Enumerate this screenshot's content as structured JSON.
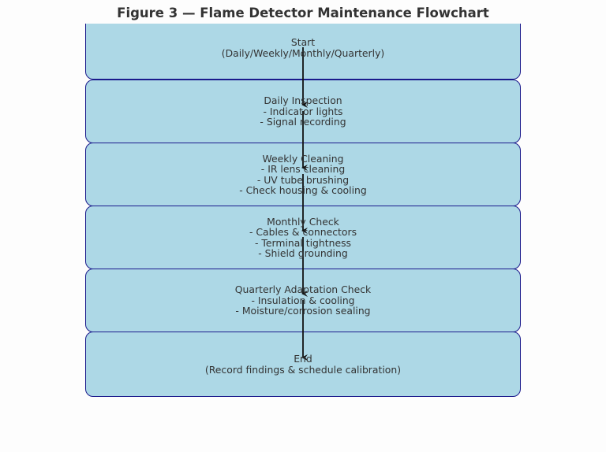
{
  "title": "Figure 3 — Flame Detector Maintenance Flowchart",
  "nodes": [
    {
      "label": "Start\n(Daily/Weekly/Monthly/Quarterly)"
    },
    {
      "label": "Daily Inspection\n- Indicator lights\n- Signal recording"
    },
    {
      "label": "Weekly Cleaning\n- IR lens cleaning\n- UV tube brushing\n- Check housing & cooling"
    },
    {
      "label": "Monthly Check\n- Cables & connectors\n- Terminal tightness\n- Shield grounding"
    },
    {
      "label": "Quarterly Adaptation Check\n- Insulation & cooling\n- Moisture/corrosion sealing"
    },
    {
      "label": "End\n(Record findings & schedule calibration)"
    }
  ],
  "colors": {
    "node_fill": "#add8e6",
    "node_border": "#1a1a8c",
    "arrow": "#111111",
    "text": "#333333"
  }
}
